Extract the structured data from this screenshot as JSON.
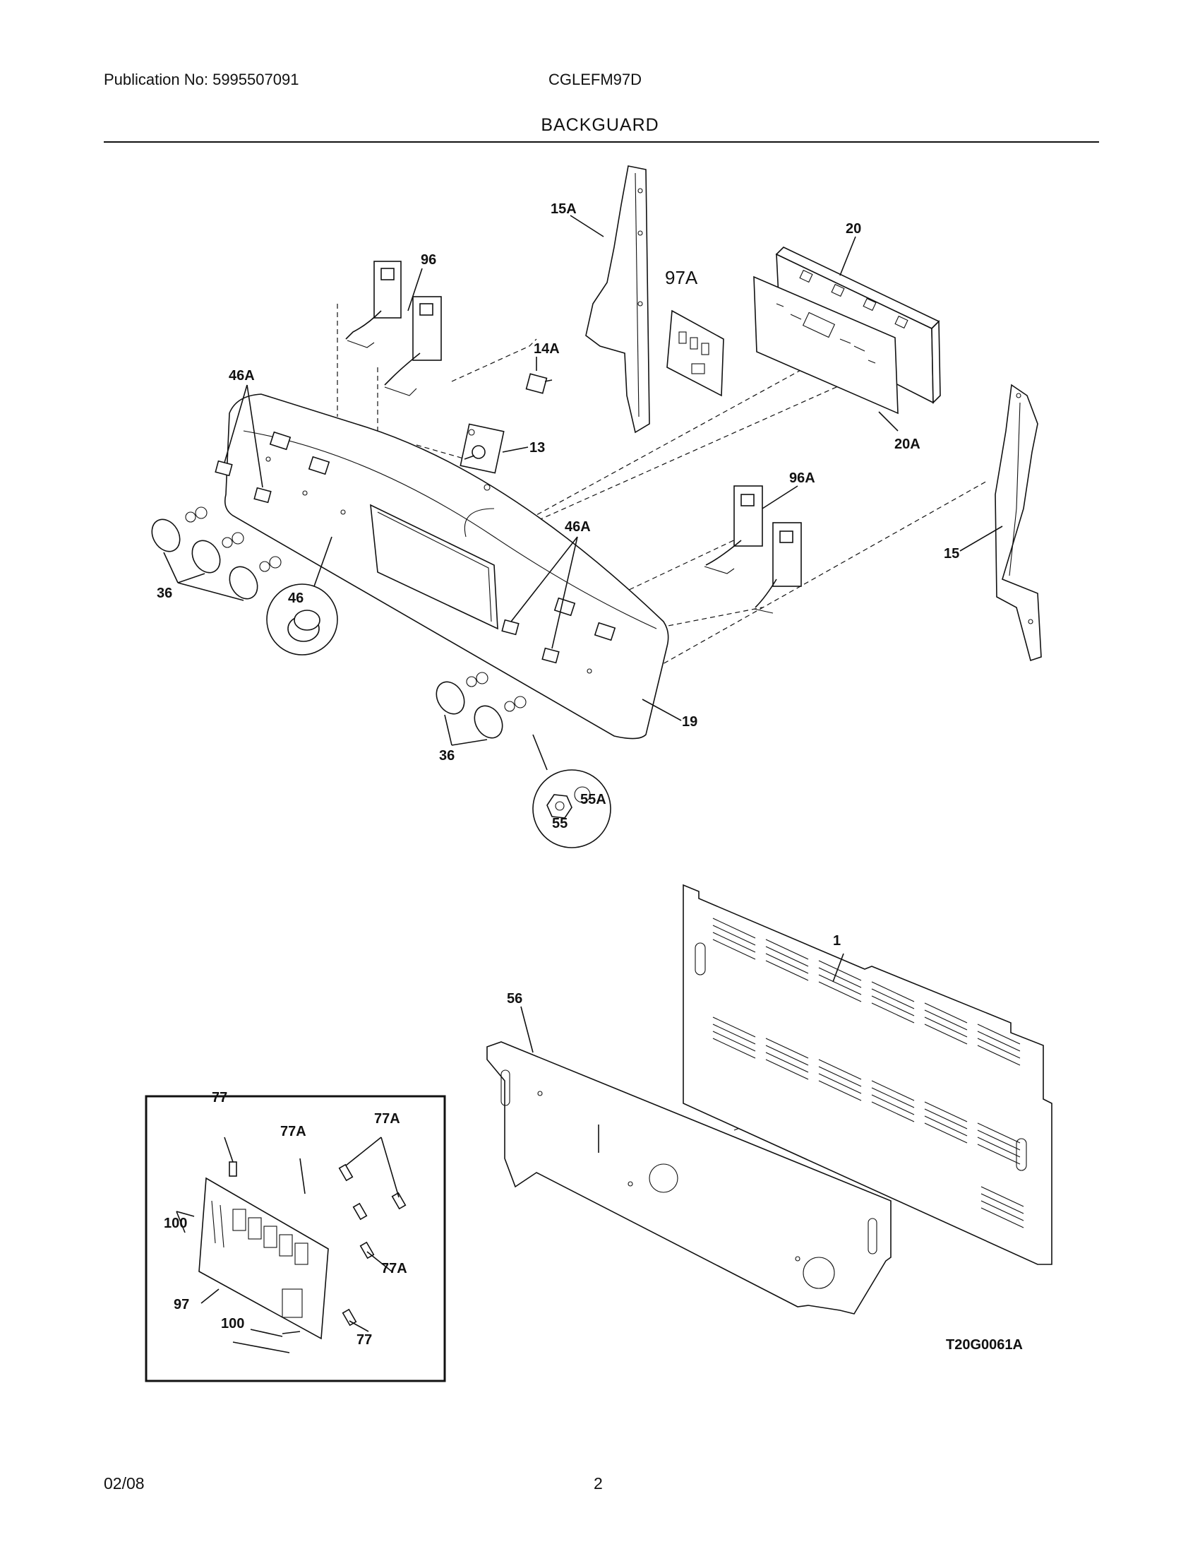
{
  "header": {
    "publication": "Publication No: 5995507091",
    "model": "CGLEFM97D",
    "title": "BACKGUARD"
  },
  "callouts": {
    "c15A": "15A",
    "c20": "20",
    "c96": "96",
    "c97A": "97A",
    "c14A": "14A",
    "c46A_top": "46A",
    "c13": "13",
    "c20A": "20A",
    "c96A": "96A",
    "c46A_mid": "46A",
    "c15": "15",
    "c36_left": "36",
    "c46": "46",
    "c19": "19",
    "c36_bottom": "36",
    "c55A": "55A",
    "c55": "55",
    "c1": "1",
    "c56": "56",
    "c77_top": "77",
    "c77A_a": "77A",
    "c77A_b": "77A",
    "c100_a": "100",
    "c77A_c": "77A",
    "c97": "97",
    "c100_b": "100",
    "c77_bottom": "77",
    "drawing_id": "T20G0061A"
  },
  "footer": {
    "date": "02/08",
    "page": "2"
  }
}
